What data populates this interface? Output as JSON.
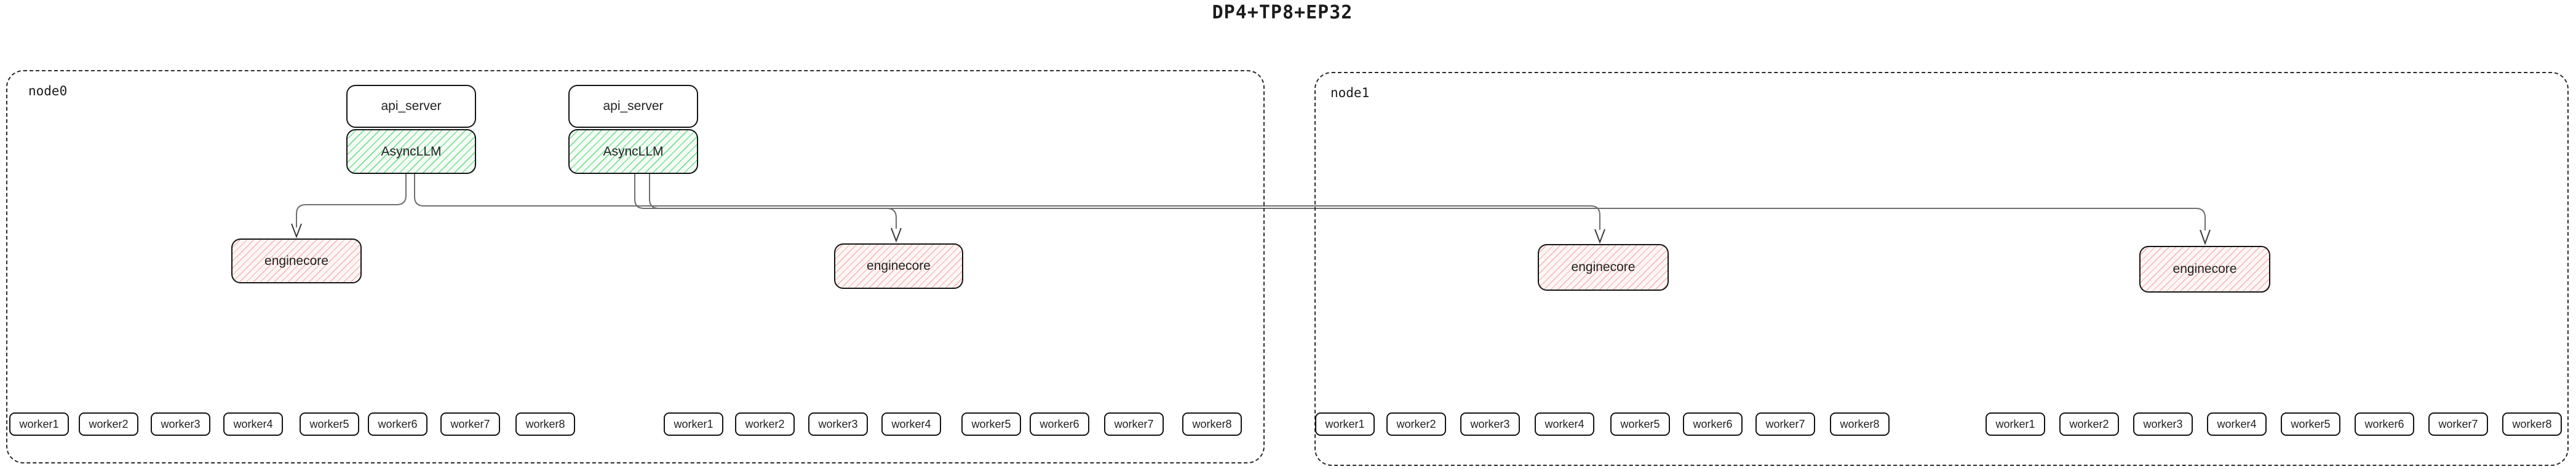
{
  "title": "DP4+TP8+EP32",
  "clusters": [
    {
      "label": "node0",
      "stacks": [
        {
          "api_server": "api_server",
          "async_llm": "AsyncLLM"
        },
        {
          "api_server": "api_server",
          "async_llm": "AsyncLLM"
        }
      ],
      "enginecores": [
        "enginecore",
        "enginecore"
      ],
      "worker_groups": [
        [
          "worker1",
          "worker2",
          "worker3",
          "worker4",
          "worker5",
          "worker6",
          "worker7",
          "worker8"
        ],
        [
          "worker1",
          "worker2",
          "worker3",
          "worker4",
          "worker5",
          "worker6",
          "worker7",
          "worker8"
        ]
      ]
    },
    {
      "label": "node1",
      "enginecores": [
        "enginecore",
        "enginecore"
      ],
      "worker_groups": [
        [
          "worker1",
          "worker2",
          "worker3",
          "worker4",
          "worker5",
          "worker6",
          "worker7",
          "worker8"
        ],
        [
          "worker1",
          "worker2",
          "worker3",
          "worker4",
          "worker5",
          "worker6",
          "worker7",
          "worker8"
        ]
      ]
    }
  ],
  "edges": [
    {
      "from": "node0 AsyncLLM 1",
      "to": "node0 enginecore 1"
    },
    {
      "from": "node0 AsyncLLM 1",
      "to": "node1 enginecore 1"
    },
    {
      "from": "node0 AsyncLLM 2",
      "to": "node0 enginecore 2"
    },
    {
      "from": "node0 AsyncLLM 2",
      "to": "node1 enginecore 2"
    }
  ],
  "colors": {
    "background": "#ffffff",
    "text": "#222222",
    "box_border": "#141414",
    "cluster_border": "#2b2b2b",
    "edge_line": "#6e6e6e",
    "async_llm_hatch": "#7edd95",
    "async_llm_bg": "#f3fcf5",
    "enginecore_hatch": "#f3b3ae",
    "enginecore_bg": "#fdf6f5"
  }
}
